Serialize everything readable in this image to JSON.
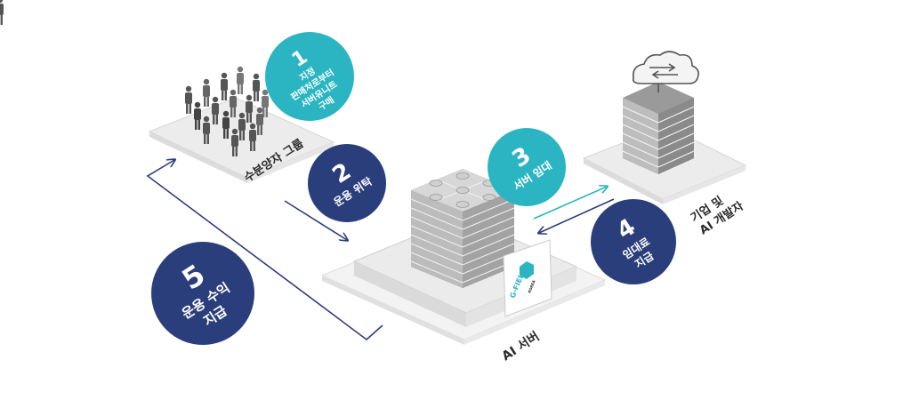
{
  "steps": [
    {
      "number": "1",
      "lines": [
        "지정",
        "판매처로부터",
        "서버유니트",
        "구매"
      ],
      "color": "#2bb5c2"
    },
    {
      "number": "2",
      "lines": [
        "운용 위탁"
      ],
      "color": "#2b3e7c"
    },
    {
      "number": "3",
      "lines": [
        "서버 임대"
      ],
      "color": "#2bb5c2"
    },
    {
      "number": "4",
      "lines": [
        "임대료",
        "지급"
      ],
      "color": "#2b3e7c"
    },
    {
      "number": "5",
      "lines": [
        "운용 수익",
        "지급"
      ],
      "color": "#2b3e7c"
    }
  ],
  "labels": {
    "investors": "수분양자 그룹",
    "ai_server": "AI 서버",
    "company_line1": "기업 및",
    "company_line2": "AI 개발자"
  },
  "sign": {
    "logo_text": "G-FIELD",
    "sub_text": "KOREA"
  },
  "colors": {
    "teal": "#2bb5c2",
    "navy": "#2b3e7c",
    "platform": "#ececec",
    "platform_edge": "#d4d4d4"
  }
}
